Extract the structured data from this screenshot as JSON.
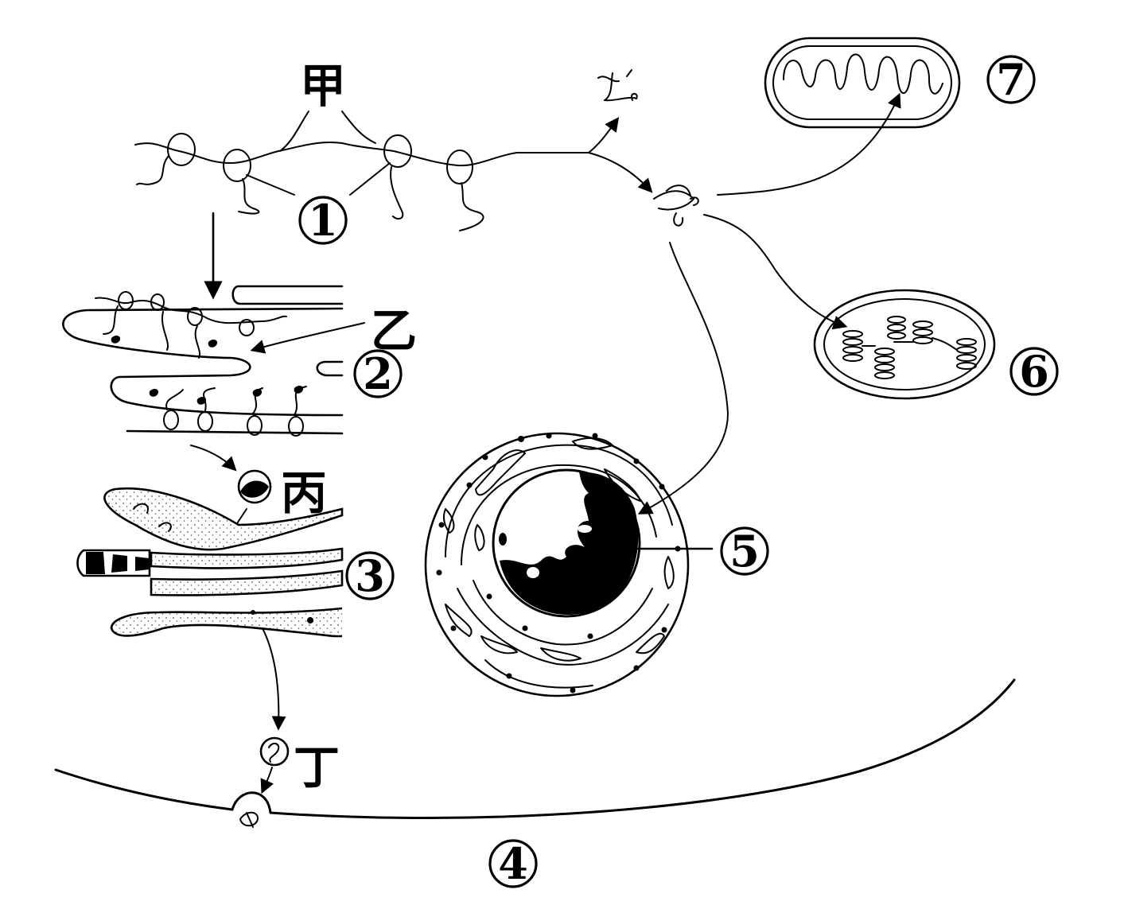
{
  "labels": {
    "jia": "甲",
    "yi": "乙",
    "bing": "丙",
    "ding": "丁",
    "n1": "1",
    "n2": "2",
    "n3": "3",
    "n4": "4",
    "n5": "5",
    "n6": "6",
    "n7": "7"
  },
  "colors": {
    "ink": "#000000",
    "background": "#ffffff",
    "stipple": "#bdbdbd"
  }
}
